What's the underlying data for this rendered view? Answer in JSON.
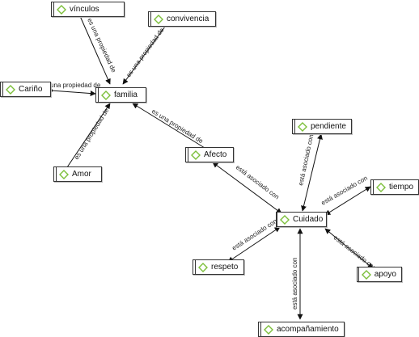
{
  "nodes": {
    "vinculos": "vínculos",
    "convivencia": "convivencia",
    "carino": "Cariño",
    "familia": "familia",
    "amor": "Amor",
    "afecto": "Afecto",
    "pendiente": "pendiente",
    "tiempo": "tiempo",
    "cuidado": "Cuidado",
    "respeto": "respeto",
    "apoyo": "apoyo",
    "acompanamiento": "acompañamiento"
  },
  "edges": {
    "vinculos_familia": "es una propiedad de",
    "convivencia_familia": "es una propiedad de",
    "carino_familia": "una propiedad de",
    "amor_familia": "es una propiedad de",
    "afecto_familia": "es una propiedad de",
    "afecto_cuidado": "está asociado con",
    "pendiente_cuidado": "está asociado con",
    "tiempo_cuidado": "está asociado con",
    "respeto_cuidado": "está asociado con",
    "apoyo_cuidado": "está asociado con",
    "acompanamiento_cuidado": "está asociado con"
  },
  "colors": {
    "icon": "#7cbf3a",
    "line": "#111111"
  }
}
